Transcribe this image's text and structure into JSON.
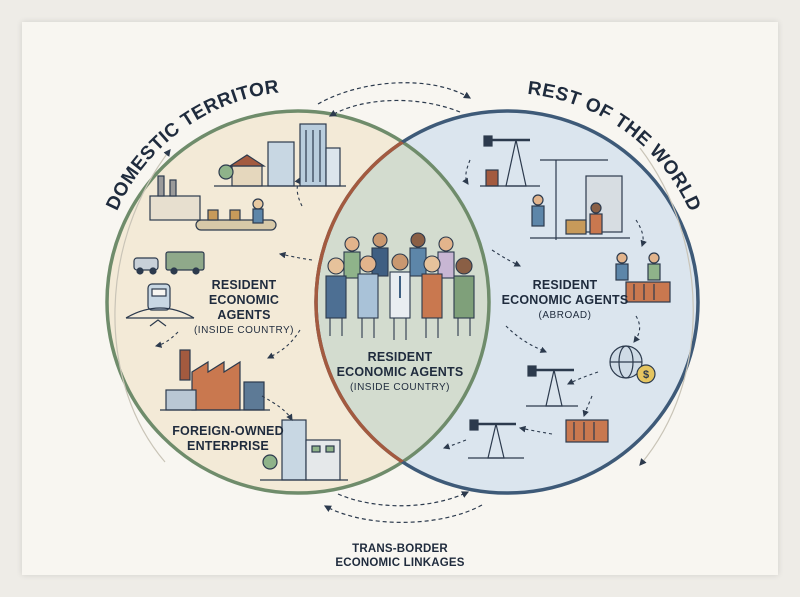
{
  "titles": {
    "domestic": "DOMESTIC TERRITORY",
    "rest": "REST OF THE WORLD"
  },
  "labels": {
    "resident_left_l1": "RESIDENT",
    "resident_left_l2": "ECONOMIC AGENTS",
    "resident_left_l3": "(INSIDE COUNTRY)",
    "center_l1": "RESIDENT",
    "center_l2": "ECONOMIC AGENTS",
    "center_l3": "(INSIDE COUNTRY)",
    "resident_right_l1": "RESIDENT",
    "resident_right_l2": "ECONOMIC AGENTS",
    "resident_right_l3": "(ABROAD)",
    "foreign_l1": "FOREIGN-OWNED",
    "foreign_l2": "ENTERPRISE",
    "trans_l1": "TRANS-BORDER",
    "trans_l2": "ECONOMIC LINKAGES"
  },
  "icons": {
    "dollar": "$"
  },
  "colors": {
    "domestic_fill": "#f3ead7",
    "rest_fill": "#dbe5ee",
    "overlap_fill": "#d3dccf",
    "domestic_stroke": "#6f8c6b",
    "rest_stroke": "#3e5a78",
    "overlap_stroke": "#a35a3f",
    "ink": "#2c3a4d"
  }
}
